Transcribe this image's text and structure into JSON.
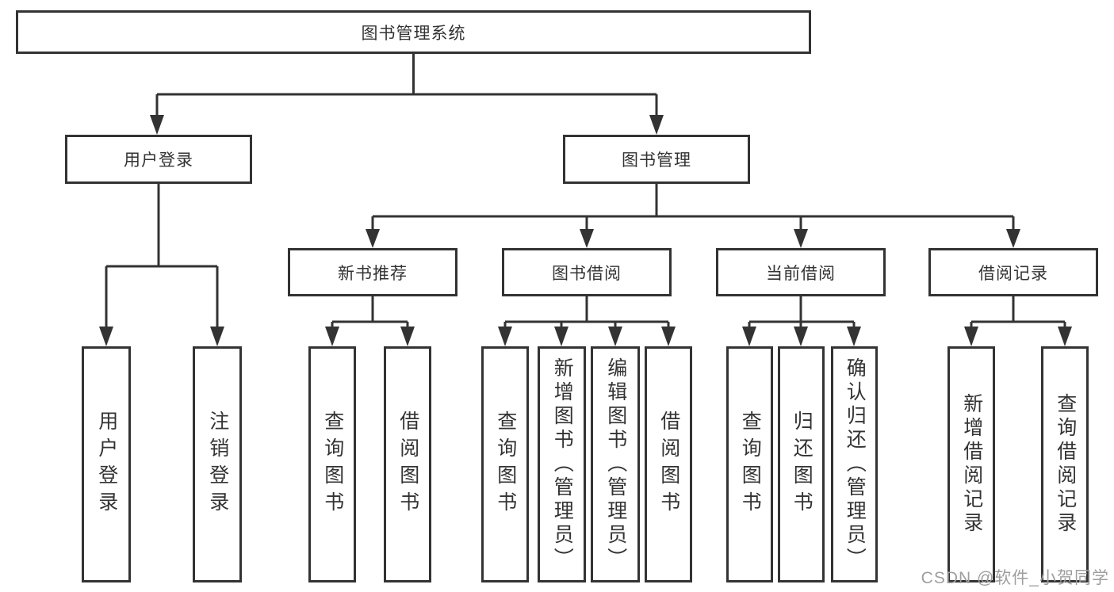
{
  "diagram": {
    "title": "图书管理系统",
    "level2": {
      "user_login": "用户登录",
      "book_mgmt": "图书管理"
    },
    "level3": {
      "new_books": "新书推荐",
      "book_borrow": "图书借阅",
      "current_borrow": "当前借阅",
      "borrow_records": "借阅记录"
    },
    "leaves": {
      "user_login": [
        "用户登录",
        "注销登录"
      ],
      "new_books": [
        "查询图书",
        "借阅图书"
      ],
      "book_borrow": [
        "查询图书",
        "新增图书（管理员）",
        "编辑图书（管理员）",
        "借阅图书"
      ],
      "current_borrow": [
        "查询图书",
        "归还图书",
        "确认归还（管理员）"
      ],
      "borrow_records": [
        "新增借阅记录",
        "查询借阅记录"
      ]
    },
    "watermark": "CSDN @软件_小贺同学",
    "colors": {
      "line": "#333333",
      "text": "#333333",
      "watermark": "#9e9e9e",
      "background": "#ffffff"
    }
  }
}
